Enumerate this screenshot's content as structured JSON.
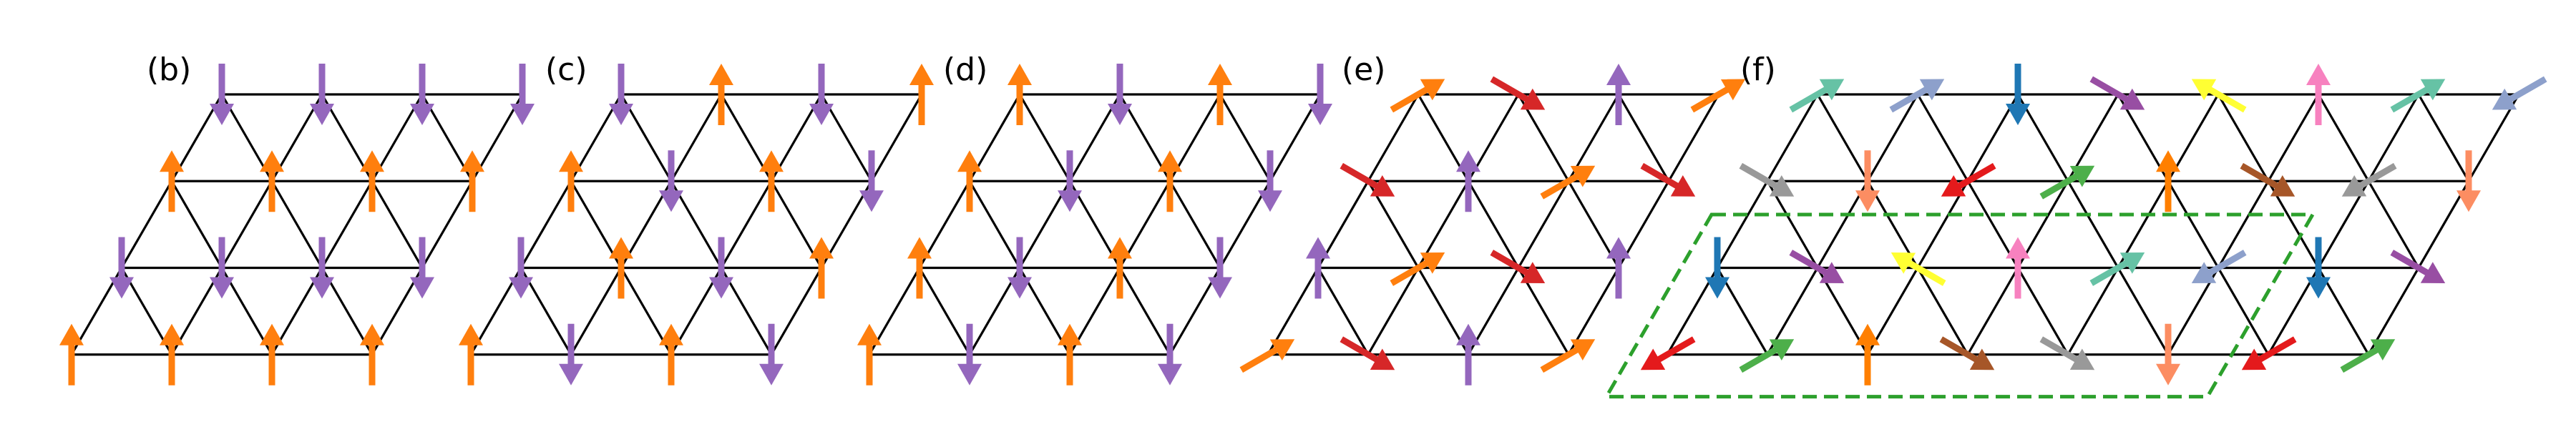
{
  "colors": {
    "purple": "#9467bd",
    "orange": "#ff7f0e",
    "red": "#d62728",
    "lattice": "#000000",
    "dashed_cell": "#2ca02c"
  },
  "panels": [
    {
      "label": "(b)",
      "rows": [
        {
          "angles": [
            270,
            270,
            270,
            270
          ]
        },
        {
          "angles": [
            90,
            90,
            90,
            90
          ]
        },
        {
          "angles": [
            270,
            270,
            270,
            270
          ]
        },
        {
          "angles": [
            90,
            90,
            90,
            90
          ]
        }
      ],
      "spin_colors": [
        [
          "purple",
          "purple",
          "purple",
          "purple"
        ],
        [
          "orange",
          "orange",
          "orange",
          "orange"
        ],
        [
          "purple",
          "purple",
          "purple",
          "purple"
        ],
        [
          "orange",
          "orange",
          "orange",
          "orange"
        ]
      ]
    },
    {
      "label": "(c)",
      "rows": [
        {
          "angles": [
            270,
            90,
            270,
            90
          ]
        },
        {
          "angles": [
            90,
            270,
            90,
            270
          ]
        },
        {
          "angles": [
            270,
            90,
            270,
            90
          ]
        },
        {
          "angles": [
            90,
            270,
            90,
            270
          ]
        }
      ],
      "spin_colors": [
        [
          "purple",
          "orange",
          "purple",
          "orange"
        ],
        [
          "orange",
          "purple",
          "orange",
          "purple"
        ],
        [
          "purple",
          "orange",
          "purple",
          "orange"
        ],
        [
          "orange",
          "purple",
          "orange",
          "purple"
        ]
      ]
    },
    {
      "label": "(d)",
      "rows": [
        {
          "angles": [
            90,
            270,
            90,
            270
          ]
        },
        {
          "angles": [
            90,
            270,
            90,
            270
          ]
        },
        {
          "angles": [
            90,
            270,
            90,
            270
          ]
        },
        {
          "angles": [
            90,
            270,
            90,
            270
          ]
        }
      ],
      "spin_colors": [
        [
          "orange",
          "purple",
          "orange",
          "purple"
        ],
        [
          "orange",
          "purple",
          "orange",
          "purple"
        ],
        [
          "orange",
          "purple",
          "orange",
          "purple"
        ],
        [
          "orange",
          "purple",
          "orange",
          "purple"
        ]
      ]
    },
    {
      "label": "(e)",
      "rows": [
        {
          "angles": [
            30,
            330,
            90,
            30
          ]
        },
        {
          "angles": [
            330,
            90,
            30,
            330
          ]
        },
        {
          "angles": [
            90,
            30,
            330,
            90
          ]
        },
        {
          "angles": [
            30,
            330,
            90,
            30
          ]
        }
      ],
      "spin_colors": [
        [
          "orange",
          "red",
          "purple",
          "orange"
        ],
        [
          "red",
          "purple",
          "orange",
          "red"
        ],
        [
          "purple",
          "orange",
          "red",
          "purple"
        ],
        [
          "orange",
          "red",
          "purple",
          "orange"
        ]
      ]
    },
    {
      "label": "(f)",
      "rows": [
        {
          "angles": [
            30,
            30,
            270,
            330,
            150,
            90,
            30,
            210
          ]
        },
        {
          "angles": [
            330,
            270,
            210,
            30,
            90,
            330,
            210,
            270
          ]
        },
        {
          "angles": [
            270,
            330,
            150,
            90,
            30,
            210,
            270,
            330
          ]
        },
        {
          "angles": [
            210,
            30,
            90,
            330,
            330,
            270,
            210,
            30
          ]
        }
      ],
      "spin_colors": [
        [
          "#66c2a5",
          "#8da0cb",
          "#1f77b4",
          "#984ea3",
          "#ffff33",
          "#f781bf",
          "#66c2a5",
          "#8da0cb"
        ],
        [
          "#999999",
          "#fc8d62",
          "#e41a1c",
          "#4daf4a",
          "#ff7f00",
          "#a65628",
          "#999999",
          "#fc8d62"
        ],
        [
          "#1f77b4",
          "#984ea3",
          "#ffff33",
          "#f781bf",
          "#66c2a5",
          "#8da0cb",
          "#1f77b4",
          "#984ea3"
        ],
        [
          "#e41a1c",
          "#4daf4a",
          "#ff7f00",
          "#a65628",
          "#999999",
          "#fc8d62",
          "#e41a1c",
          "#4daf4a"
        ]
      ]
    }
  ]
}
